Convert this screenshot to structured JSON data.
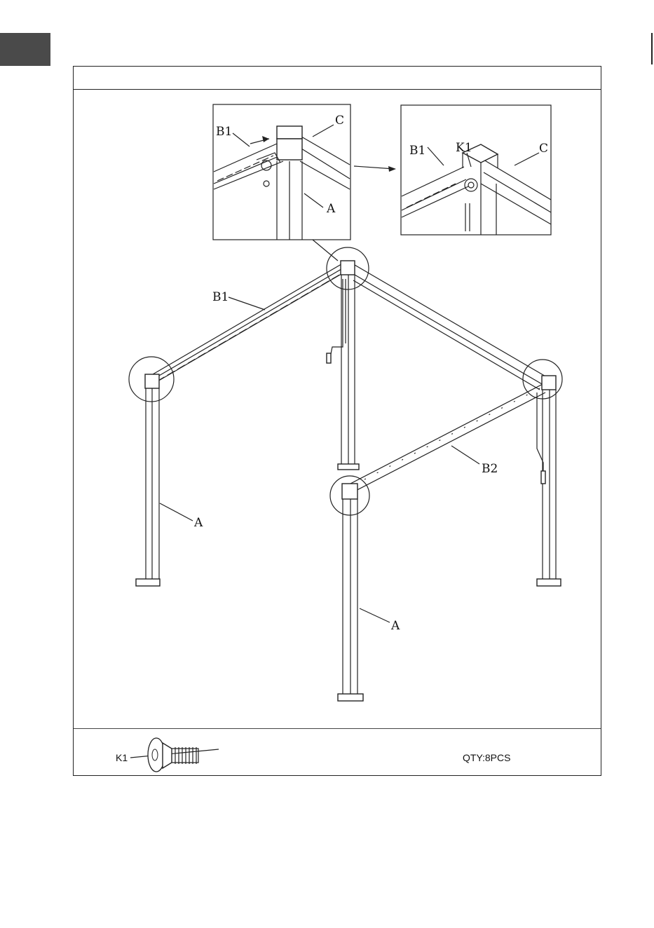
{
  "labels": {
    "detail1_b1": "B1",
    "detail1_c": "C",
    "detail1_a": "A",
    "detail2_b1": "B1",
    "detail2_k1": "K1",
    "detail2_c": "C",
    "main_b1": "B1",
    "main_b2": "B2",
    "main_a_left": "A",
    "main_a_front": "A"
  },
  "parts": {
    "code": "K1",
    "quantity": "QTY:8PCS"
  }
}
